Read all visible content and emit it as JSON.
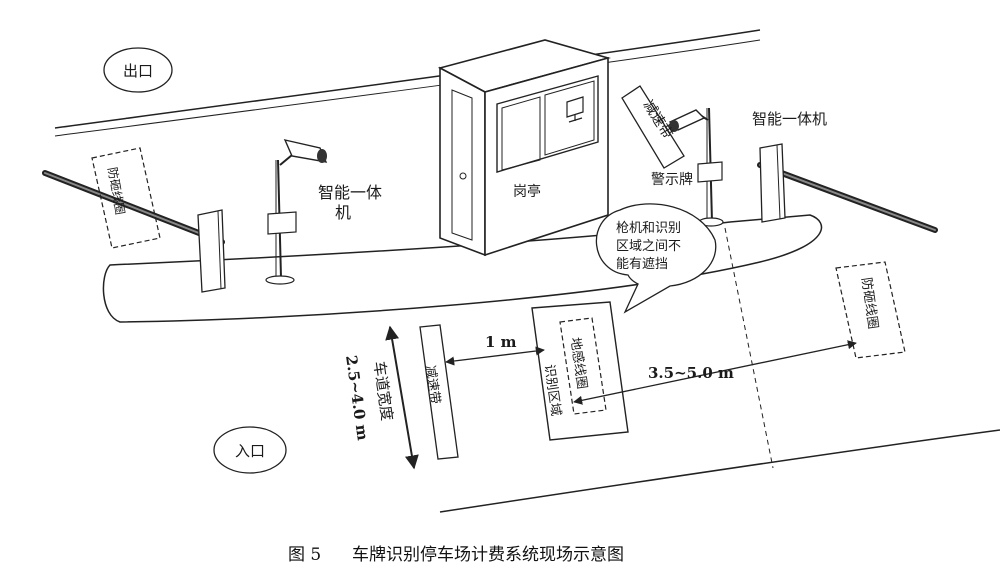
{
  "colors": {
    "line": "#222222",
    "barrier_dark": "#333333",
    "background": "#ffffff"
  },
  "labels": {
    "exit": "出口",
    "entrance": "入口",
    "booth": "岗亭",
    "smart_unit_left_line1": "智能一体",
    "smart_unit_left_line2": "机",
    "smart_unit_right": "智能一体机",
    "warning_sign": "警示牌",
    "speed_bump": "减速带",
    "anti_smash_coil": "防砸线圈",
    "ground_sense_coil": "地感线圈",
    "recognition_zone": "识别区域",
    "lane_width": "车道宽度",
    "callout_line1": "枪机和识别",
    "callout_line2": "区域之间不",
    "callout_line3": "能有遮挡"
  },
  "dimensions": {
    "distance_1m": "1 m",
    "distance_range": "3.5~5.0 m",
    "lane_width_range": "2.5~4.0 m"
  },
  "caption": {
    "figure_number": "图 5",
    "title": "车牌识别停车场计费系统现场示意图"
  },
  "icons": [
    "camera-icon",
    "monitor-icon",
    "barrier-gate-icon",
    "pole-icon"
  ]
}
